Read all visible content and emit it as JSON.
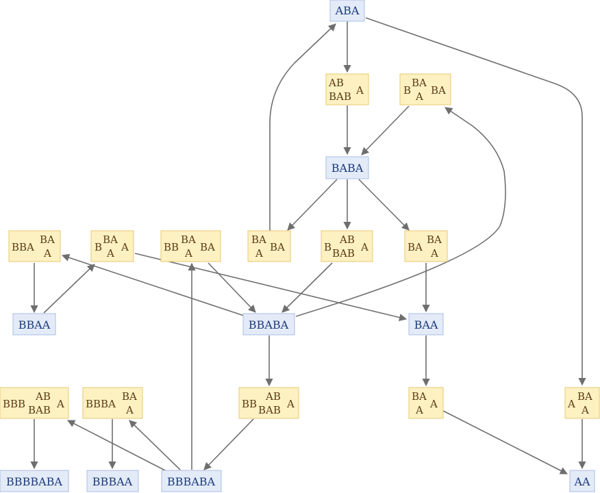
{
  "colors": {
    "state_fill": "#e4ebf8",
    "state_stroke": "#a9bce3",
    "state_text": "#1a3a7a",
    "event_fill": "#fdf1c2",
    "event_stroke": "#e6c873",
    "event_text": "#5a3a10",
    "edge": "#6e6e6e"
  },
  "states": {
    "aba": "ABA",
    "baba": "BABA",
    "bbaa": "BBAA",
    "bbaba": "BBABA",
    "baa": "BAA",
    "bbbbaba": "BBBBABA",
    "bbbaa": "BBBAA",
    "bbbaba": "BBBABA",
    "aa": "AA"
  },
  "events": {
    "e1": {
      "pre": "",
      "top": "AB",
      "bot": "BAB",
      "post": "A"
    },
    "e2": {
      "pre": "B",
      "top": "BA",
      "bot": "A",
      "post": "BA"
    },
    "e3": {
      "pre": "BBA",
      "top": "BA",
      "bot": "A",
      "post": ""
    },
    "e4": {
      "pre": "B",
      "top": "BA",
      "bot": "A",
      "post": "A"
    },
    "e5": {
      "pre": "BB",
      "top": "BA",
      "bot": "A",
      "post": "BA"
    },
    "e6": {
      "pre": "",
      "top": "BA",
      "bot": "A",
      "post": "BA"
    },
    "e7": {
      "pre": "B",
      "top": "AB",
      "bot": "BAB",
      "post": "A"
    },
    "e8": {
      "pre": "BA",
      "top": "BA",
      "bot": "A",
      "post": ""
    },
    "e9": {
      "pre": "BBB",
      "top": "AB",
      "bot": "BAB",
      "post": "A"
    },
    "e10": {
      "pre": "BBBA",
      "top": "BA",
      "bot": "A",
      "post": ""
    },
    "e11": {
      "pre": "BB",
      "top": "AB",
      "bot": "BAB",
      "post": "A"
    },
    "e12": {
      "pre": "",
      "top": "BA",
      "bot": "A",
      "post": "A"
    },
    "e13": {
      "pre": "A",
      "top": "BA",
      "bot": "A",
      "post": ""
    }
  }
}
